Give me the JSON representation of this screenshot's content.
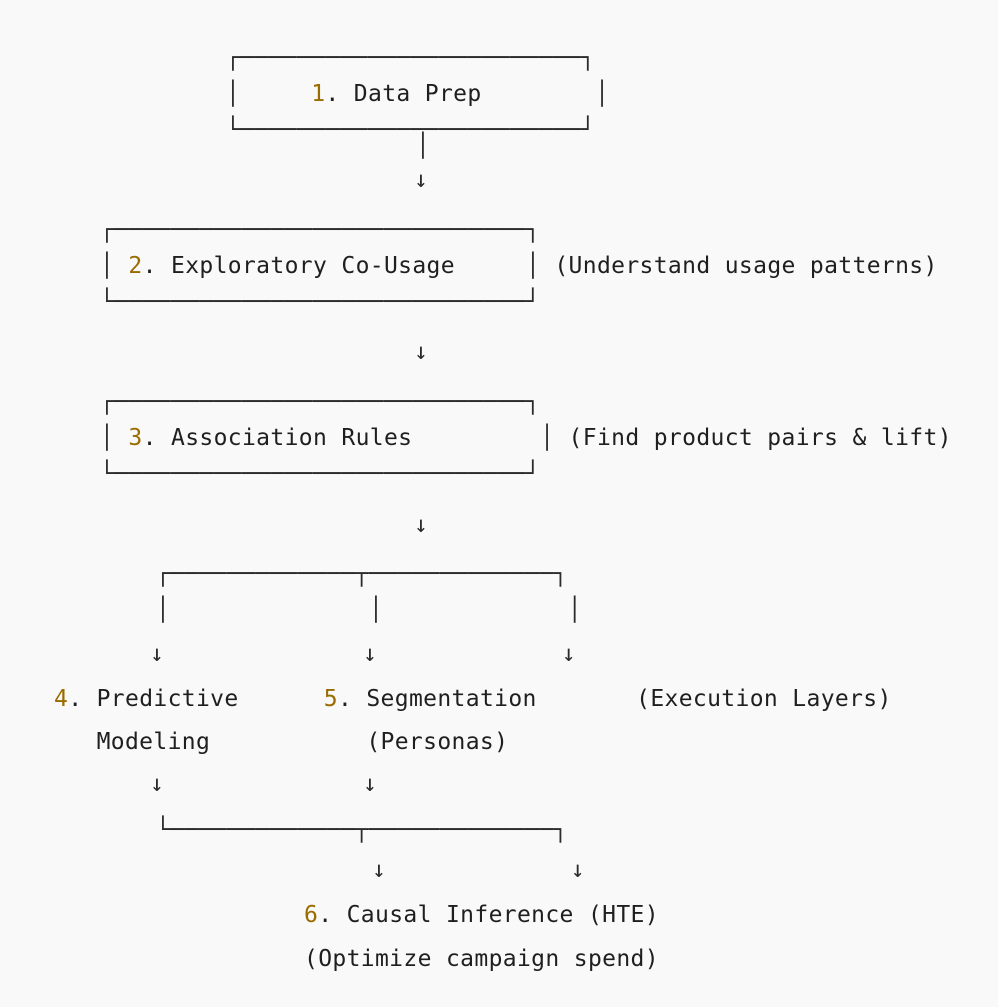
{
  "steps": [
    {
      "number": "1",
      "label": ". Data Prep"
    },
    {
      "number": "2",
      "label": ". Exploratory Co-Usage",
      "note": "(Understand usage patterns)"
    },
    {
      "number": "3",
      "label": ". Association Rules",
      "note": "(Find product pairs & lift)"
    },
    {
      "number": "4",
      "label": ". Predictive",
      "label_line2": "Modeling"
    },
    {
      "number": "5",
      "label": ". Segmentation",
      "label_line2": "(Personas)"
    },
    {
      "number": "6",
      "label": ". Causal Inference (HTE)",
      "label_line2": "(Optimize campaign spend)"
    }
  ],
  "branch_note": "(Execution Layers)",
  "colors": {
    "background": "#f9f9f9",
    "text": "#1f1f1f",
    "step_number": "#9a6c00"
  }
}
